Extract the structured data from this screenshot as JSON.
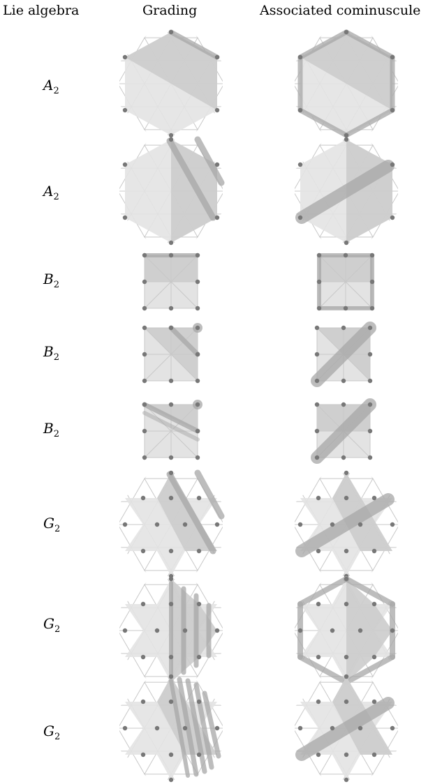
{
  "headers": {
    "lie_algebra": "Lie algebra",
    "grading": "Grading",
    "associated": "Associated cominuscule"
  },
  "rows": [
    {
      "algebra": "A",
      "sub": "2"
    },
    {
      "algebra": "A",
      "sub": "2"
    },
    {
      "algebra": "B",
      "sub": "2"
    },
    {
      "algebra": "B",
      "sub": "2"
    },
    {
      "algebra": "B",
      "sub": "2"
    },
    {
      "algebra": "G",
      "sub": "2"
    },
    {
      "algebra": "G",
      "sub": "2"
    },
    {
      "algebra": "G",
      "sub": "2"
    }
  ],
  "colors": {
    "lattice": "#c8c8c8",
    "region_light": "#e3e3e3",
    "region_dark": "#cccccc",
    "band": "#a8a8a8",
    "dot": "#777777"
  }
}
